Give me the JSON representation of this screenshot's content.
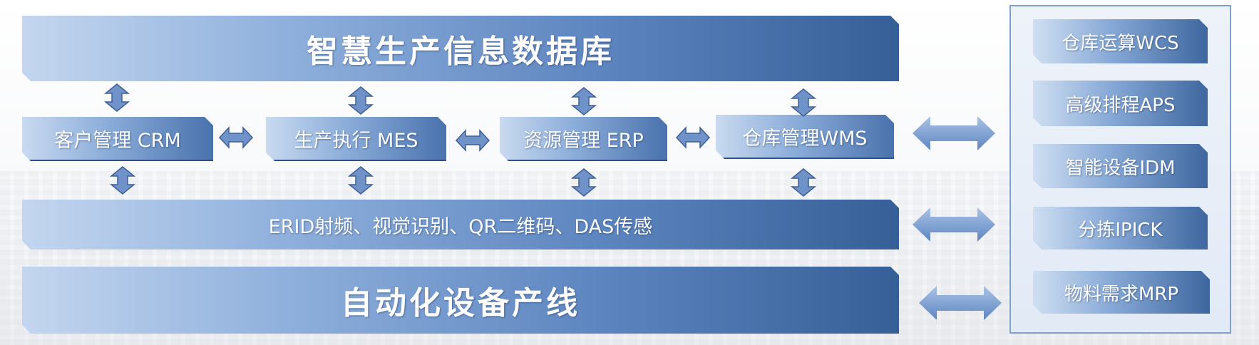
{
  "diagram": {
    "top_band": {
      "label": "智慧生产信息数据库"
    },
    "modules": [
      {
        "label": "客户管理 CRM"
      },
      {
        "label": "生产执行 MES"
      },
      {
        "label": "资源管理 ERP"
      },
      {
        "label": "仓库管理WMS"
      }
    ],
    "middle_band": {
      "label": "ERID射频、视觉识别、QR二维码、DAS传感"
    },
    "bottom_band": {
      "label": "自动化设备产线"
    },
    "side_panel": {
      "items": [
        {
          "label": "仓库运算WCS"
        },
        {
          "label": "高级排程APS"
        },
        {
          "label": "智能设备IDM"
        },
        {
          "label": "分拣IPICK"
        },
        {
          "label": "物料需求MRP"
        }
      ]
    },
    "colors": {
      "band_dark": "#365f98",
      "band_light": "#c4d6ef",
      "arrow_fill": "#6f92c9",
      "arrow_stroke": "#3f5f96",
      "panel_border": "#7fa0cf"
    }
  }
}
